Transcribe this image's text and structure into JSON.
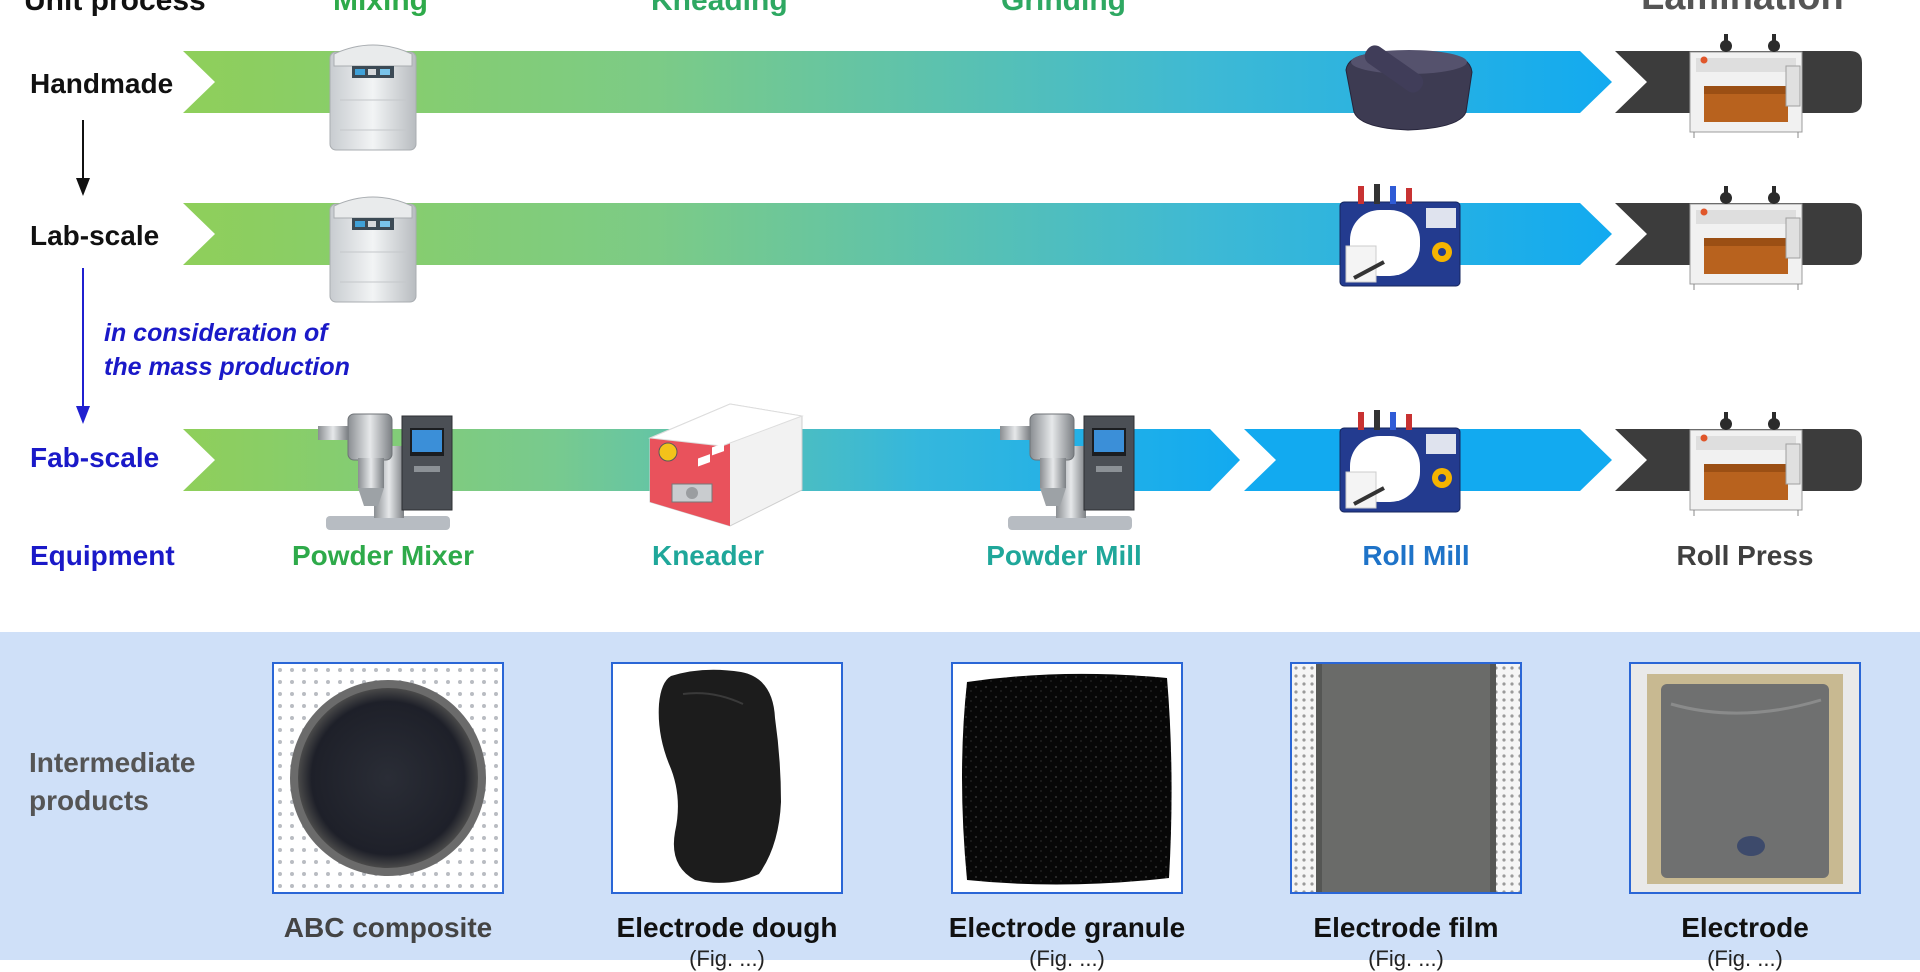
{
  "header": {
    "unit_process": "Unit process",
    "mixing": "Mixing",
    "kneading": "Kneading",
    "grinding": "Grinding",
    "lamination": "Lamination"
  },
  "rows": {
    "handmade": "Handmade",
    "lab_scale": "Lab-scale",
    "fab_scale": "Fab-scale",
    "equipment": "Equipment"
  },
  "note": {
    "line1": "in consideration of",
    "line2": "the mass production"
  },
  "equipment": {
    "powder_mixer": "Powder Mixer",
    "kneader": "Kneader",
    "powder_mill": "Powder Mill",
    "roll_mill": "Roll Mill",
    "roll_press": "Roll Press"
  },
  "intermediate": {
    "title_line1": "Intermediate",
    "title_line2": "products",
    "products": [
      {
        "label": "ABC composite",
        "sub": ""
      },
      {
        "label": "Electrode dough",
        "sub": "(Fig. ...)"
      },
      {
        "label": "Electrode granule",
        "sub": "(Fig. ...)"
      },
      {
        "label": "Electrode film",
        "sub": "(Fig. ...)"
      },
      {
        "label": "Electrode",
        "sub": "(Fig. ...)"
      }
    ]
  },
  "colors": {
    "mixing": "#2eaa4a",
    "kneading": "#1fa79a",
    "grinding": "#1fa79a",
    "roll_mill": "#1e73c8",
    "roll_press": "#404040",
    "fab_blue": "#1a19c8",
    "arrow_green": "#8fcf5a",
    "arrow_blue": "#14aaf0",
    "lamination_gray": "#3c3c3c",
    "panel_bg": "#cfe0f8"
  }
}
